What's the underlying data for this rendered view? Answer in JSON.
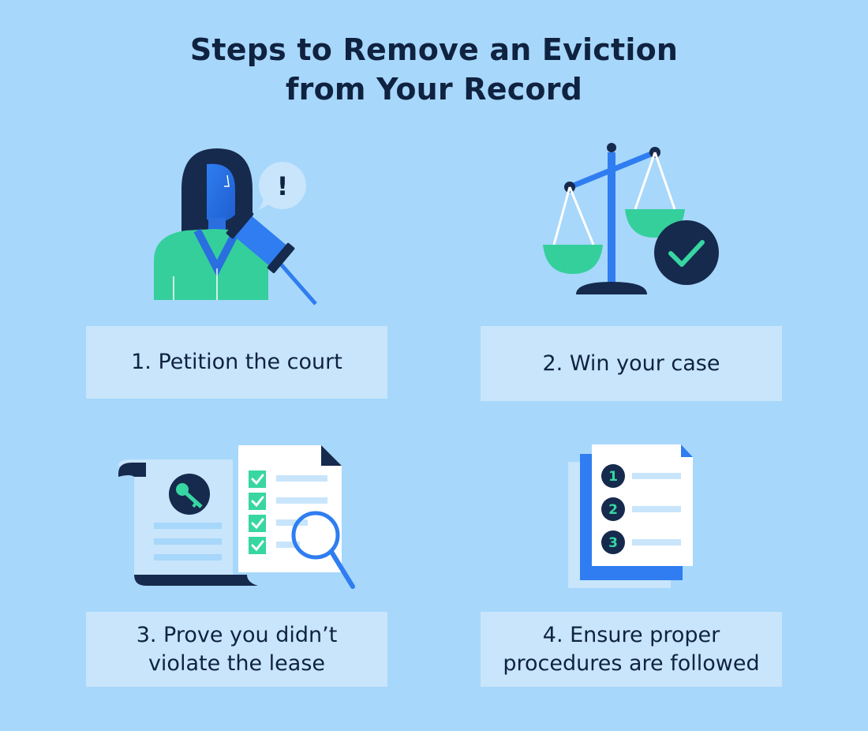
{
  "title": {
    "line1": "Steps to Remove an Eviction",
    "line2": "from Your Record"
  },
  "steps": [
    {
      "label": "1. Petition the court",
      "icon": "judge-with-gavel-icon"
    },
    {
      "label": "2. Win your case",
      "icon": "scales-with-checkmark-icon"
    },
    {
      "label_line1": "3. Prove you didn’t",
      "label_line2": "violate the lease",
      "icon": "lease-documents-magnifier-icon"
    },
    {
      "label_line1": "4. Ensure proper",
      "label_line2": "procedures are followed",
      "icon": "numbered-checklist-icon"
    }
  ],
  "checklist_numbers": [
    "1",
    "2",
    "3"
  ],
  "alert_symbol": "!",
  "colors": {
    "background": "#a7d7fb",
    "caption_box": "#c8e5fb",
    "navy": "#0f2240",
    "blue": "#2f7df0",
    "green": "#38d6a2"
  }
}
